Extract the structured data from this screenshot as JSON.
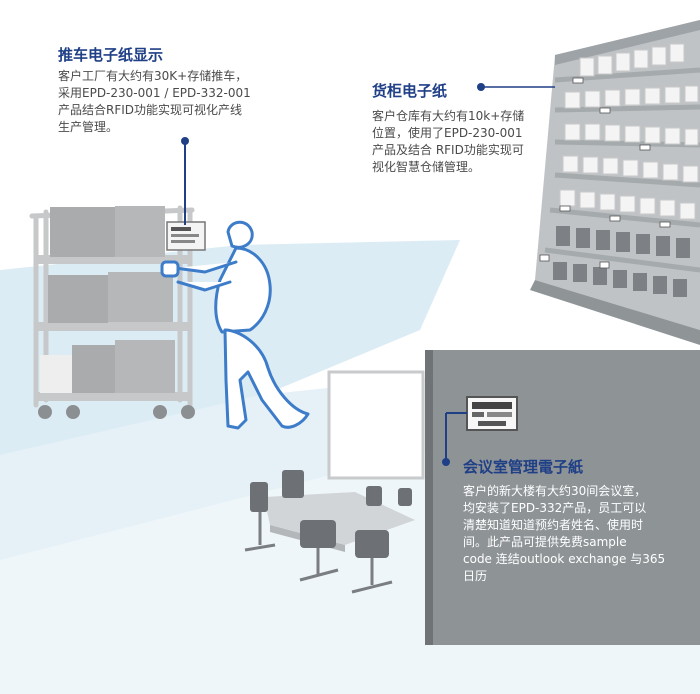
{
  "sections": {
    "cart": {
      "title": "推车电子纸显示",
      "description": "客户工厂有大约有30K+存储推车，\n采用EPD-230-001 / EPD-332-001\n产品结合RFID功能实现可视化产线\n生产管理。"
    },
    "shelf": {
      "title": "货柜电子纸",
      "description": "客户仓库有大约有10k+存储\n位置，使用了EPD-230-001\n产品及结合 RFID功能实现可\n视化智慧仓储管理。"
    },
    "meeting": {
      "title": "会议室管理電子紙",
      "description": "客户的新大楼有大约30间会议室，\n均安装了EPD-332产品，员工可以\n清楚知道知道预约者姓名、使用时\n间。此产品可提供免费sample\ncode 连结outlook exchange 与365\n日历"
    }
  },
  "colors": {
    "accent": "#1f3f86",
    "floor": "#dcecf4",
    "panel": "#8e9396",
    "shelf": "#bfc3c6",
    "bin": "#f1f1f1",
    "cart": "#c6c8ca",
    "box": "#a9abad",
    "person_outline": "#3d7cc9"
  },
  "icons": {
    "cart": "storage-cart-illustration",
    "person": "worker-outline-illustration",
    "shelf": "warehouse-shelf-illustration",
    "meeting": "meeting-room-illustration",
    "tag": "epd-tag-icon"
  }
}
